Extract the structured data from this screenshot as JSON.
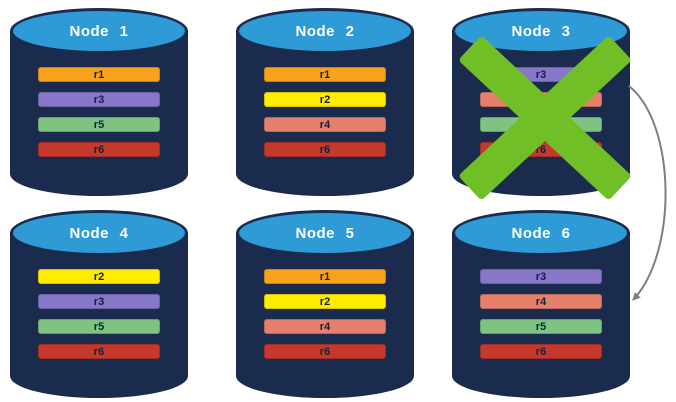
{
  "colors": {
    "cylinder_body": "#1A2B4D",
    "cylinder_top": "#2E9BD6",
    "title_text": "#FFFFFF",
    "record_text": "#14213D"
  },
  "nodes": [
    {
      "title": "Node 1",
      "records": [
        {
          "label": "r1",
          "color": "#F7A11C"
        },
        {
          "label": "r3",
          "color": "#8677C9"
        },
        {
          "label": "r5",
          "color": "#7EC480"
        },
        {
          "label": "r6",
          "color": "#C4392B"
        }
      ]
    },
    {
      "title": "Node 2",
      "records": [
        {
          "label": "r1",
          "color": "#F7A11C"
        },
        {
          "label": "r2",
          "color": "#FFEC00"
        },
        {
          "label": "r4",
          "color": "#E5806C"
        },
        {
          "label": "r6",
          "color": "#C4392B"
        }
      ]
    },
    {
      "title": "Node 3",
      "records": [
        {
          "label": "r3",
          "color": "#8677C9"
        },
        {
          "label": "r4",
          "color": "#E5806C"
        },
        {
          "label": "r5",
          "color": "#7EC480"
        },
        {
          "label": "r6",
          "color": "#C4392B"
        }
      ]
    },
    {
      "title": "Node 4",
      "records": [
        {
          "label": "r2",
          "color": "#FFEC00"
        },
        {
          "label": "r3",
          "color": "#8677C9"
        },
        {
          "label": "r5",
          "color": "#7EC480"
        },
        {
          "label": "r6",
          "color": "#C4392B"
        }
      ]
    },
    {
      "title": "Node 5",
      "records": [
        {
          "label": "r1",
          "color": "#F7A11C"
        },
        {
          "label": "r2",
          "color": "#FFEC00"
        },
        {
          "label": "r4",
          "color": "#E5806C"
        },
        {
          "label": "r6",
          "color": "#C4392B"
        }
      ]
    },
    {
      "title": "Node 6",
      "records": [
        {
          "label": "r3",
          "color": "#8677C9"
        },
        {
          "label": "r4",
          "color": "#E5806C"
        },
        {
          "label": "r5",
          "color": "#7EC480"
        },
        {
          "label": "r6",
          "color": "#C4392B"
        }
      ]
    }
  ],
  "failure_x": {
    "over_node": "Node 3",
    "color": "#70BF26"
  },
  "arrow": {
    "from": "Node 3",
    "to": "Node 6",
    "color": "#7F7F7F"
  }
}
